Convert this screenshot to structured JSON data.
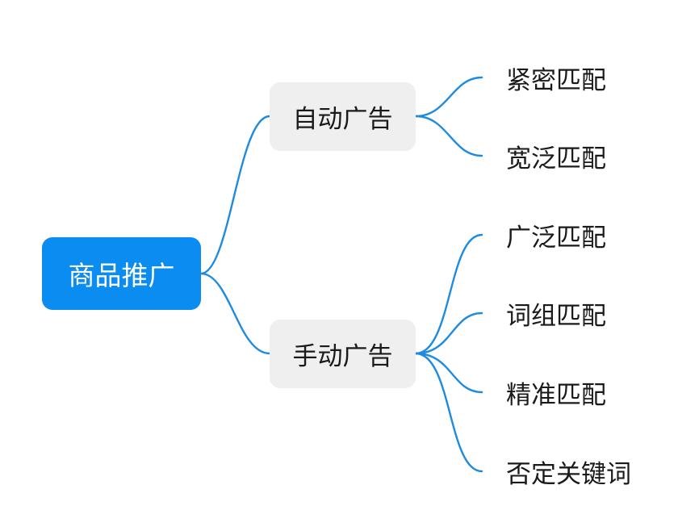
{
  "root": {
    "label": "商品推广"
  },
  "branches": [
    {
      "label": "自动广告",
      "children": [
        "紧密匹配",
        "宽泛匹配"
      ]
    },
    {
      "label": "手动广告",
      "children": [
        "广泛匹配",
        "词组匹配",
        "精准匹配",
        "否定关键词"
      ]
    }
  ],
  "colors": {
    "root_fill": "#0a8cf0",
    "branch_fill": "#efefef",
    "edge": "#1f8be0",
    "text": "#1a1a1a"
  }
}
